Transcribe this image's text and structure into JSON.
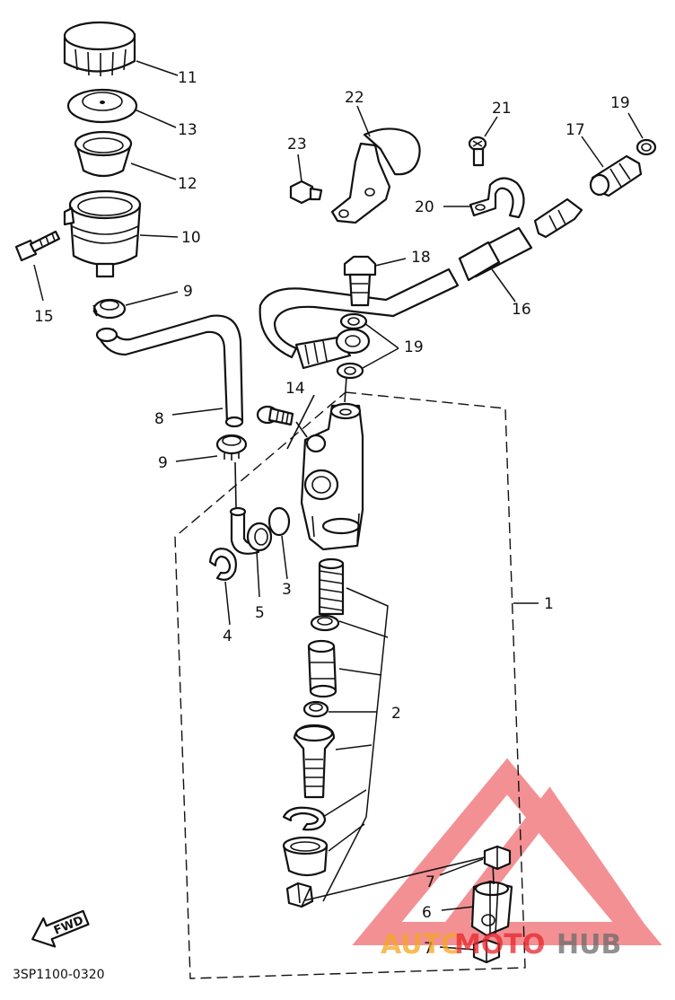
{
  "labels": [
    {
      "id": "11",
      "text": "11"
    },
    {
      "id": "13",
      "text": "13"
    },
    {
      "id": "12",
      "text": "12"
    },
    {
      "id": "10",
      "text": "10"
    },
    {
      "id": "15",
      "text": "15"
    },
    {
      "id": "9a",
      "text": "9"
    },
    {
      "id": "8",
      "text": "8"
    },
    {
      "id": "9b",
      "text": "9"
    },
    {
      "id": "14",
      "text": "14"
    },
    {
      "id": "3",
      "text": "3"
    },
    {
      "id": "4",
      "text": "4"
    },
    {
      "id": "5",
      "text": "5"
    },
    {
      "id": "22",
      "text": "22"
    },
    {
      "id": "23",
      "text": "23"
    },
    {
      "id": "21",
      "text": "21"
    },
    {
      "id": "20",
      "text": "20"
    },
    {
      "id": "19a",
      "text": "19"
    },
    {
      "id": "17",
      "text": "17"
    },
    {
      "id": "18",
      "text": "18"
    },
    {
      "id": "16",
      "text": "16"
    },
    {
      "id": "19b",
      "text": "19"
    },
    {
      "id": "1",
      "text": "1"
    },
    {
      "id": "2",
      "text": "2"
    },
    {
      "id": "7a",
      "text": "7"
    },
    {
      "id": "6",
      "text": "6"
    },
    {
      "id": "7b",
      "text": "7"
    }
  ],
  "diagram_code": "3SP1100-0320",
  "fwd_label": "FWD",
  "watermark": {
    "text_auto": "AUTO",
    "text_moto": "MOTO",
    "text_hub": "HUB",
    "color_orange": "#f5a623",
    "color_red": "#e8242b",
    "color_gray": "#6b6b6b"
  }
}
